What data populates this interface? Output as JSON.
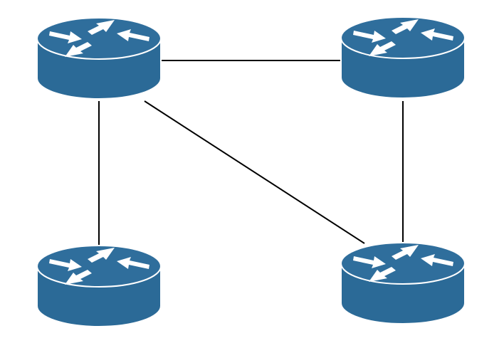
{
  "diagram": {
    "type": "network-topology",
    "background_color": "#ffffff",
    "node_icon": "router-icon",
    "colors": {
      "router_body": "#2b6a97",
      "router_top": "#2f6e9c",
      "router_outline": "#ffffff",
      "arrows": "#ffffff",
      "links": "#000000"
    },
    "nodes": [
      {
        "id": "router-top-left",
        "label": ""
      },
      {
        "id": "router-top-right",
        "label": ""
      },
      {
        "id": "router-bottom-left",
        "label": ""
      },
      {
        "id": "router-bottom-right",
        "label": ""
      }
    ],
    "links": [
      {
        "from": "router-top-left",
        "to": "router-top-right"
      },
      {
        "from": "router-top-left",
        "to": "router-bottom-left"
      },
      {
        "from": "router-top-left",
        "to": "router-bottom-right"
      },
      {
        "from": "router-top-right",
        "to": "router-bottom-right"
      }
    ]
  }
}
